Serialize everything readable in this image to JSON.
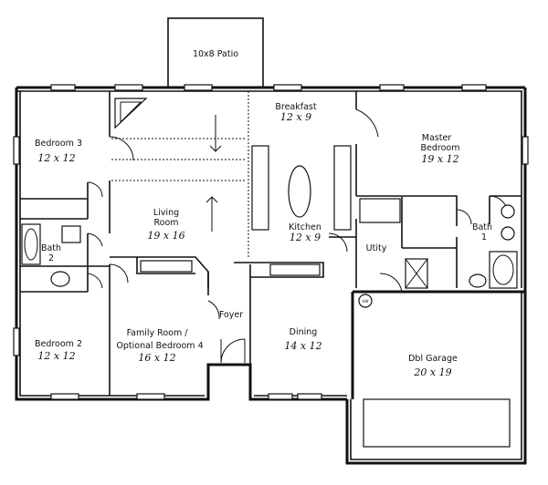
{
  "rooms": {
    "patio": {
      "name": "10x8 Patio",
      "dims": ""
    },
    "breakfast": {
      "name": "Breakfast",
      "dims": "12 x 9"
    },
    "master": {
      "name1": "Master",
      "name2": "Bedroom",
      "dims": "19 x 12"
    },
    "bedroom3": {
      "name": "Bedroom 3",
      "dims": "12 x 12"
    },
    "living": {
      "name1": "Living",
      "name2": "Room",
      "dims": "19 x 16"
    },
    "kitchen": {
      "name": "Kitchen",
      "dims": "12 x 9"
    },
    "utility": {
      "name": "Utity"
    },
    "bath1": {
      "name": "Bath",
      "num": "1"
    },
    "bath2": {
      "name": "Bath",
      "num": "2"
    },
    "foyer": {
      "name": "Foyer"
    },
    "family": {
      "name1": "Family Room /",
      "name2": "Optional Bedroom 4",
      "dims": "16 x 12"
    },
    "bedroom2": {
      "name": "Bedroom 2",
      "dims": "12 x 12"
    },
    "dining": {
      "name": "Dining",
      "dims": "14 x 12"
    },
    "garage": {
      "name": "Dbl Garage",
      "dims": "20 x 19"
    },
    "hvac": {
      "name": "HW"
    }
  }
}
